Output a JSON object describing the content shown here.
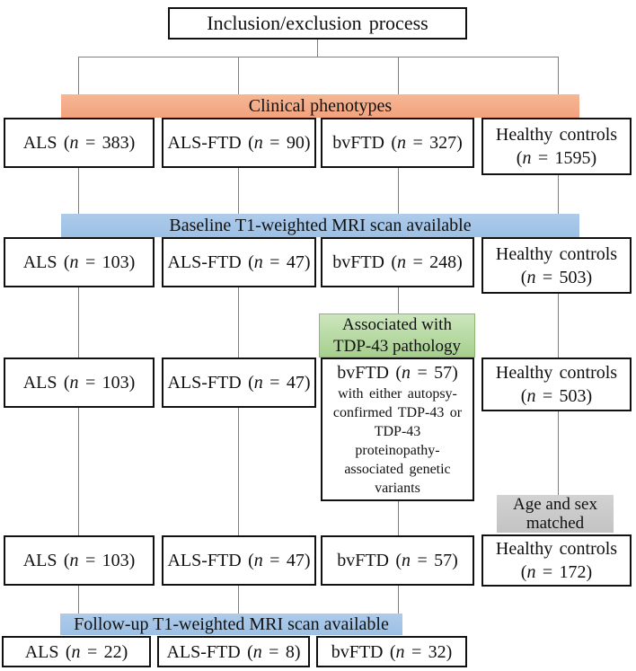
{
  "title": "Inclusion/exclusion process",
  "banners": {
    "clinical": {
      "label": "Clinical phenotypes"
    },
    "baseline": {
      "label": "Baseline T1-weighted MRI scan available"
    },
    "followup": {
      "label": "Follow-up T1-weighted MRI scan available"
    }
  },
  "callouts": {
    "tdp43": {
      "line1": "Associated with",
      "line2": "TDP-43 pathology"
    },
    "age_sex": {
      "line1": "Age and sex",
      "line2": "matched"
    }
  },
  "rows": {
    "r1": {
      "als": {
        "pre": "ALS (",
        "n": "n",
        "post": " = 383)"
      },
      "alsftd": {
        "pre": "ALS-FTD (",
        "n": "n",
        "post": " = 90)"
      },
      "bvftd": {
        "pre": "bvFTD (",
        "n": "n",
        "post": " = 327)"
      },
      "hc": {
        "line1": "Healthy controls",
        "pre": "(",
        "n": "n",
        "post": " = 1595)"
      }
    },
    "r2": {
      "als": {
        "pre": "ALS (",
        "n": "n",
        "post": " = 103)"
      },
      "alsftd": {
        "pre": "ALS-FTD (",
        "n": "n",
        "post": " = 47)"
      },
      "bvftd": {
        "pre": "bvFTD (",
        "n": "n",
        "post": " = 248)"
      },
      "hc": {
        "line1": "Healthy controls",
        "pre": "(",
        "n": "n",
        "post": " = 503)"
      }
    },
    "r3": {
      "als": {
        "pre": "ALS (",
        "n": "n",
        "post": " = 103)"
      },
      "alsftd": {
        "pre": "ALS-FTD (",
        "n": "n",
        "post": " = 47)"
      },
      "bvftd": {
        "pre": "bvFTD (",
        "n": "n",
        "post": " = 57)",
        "sub": [
          "with either autopsy-",
          "confirmed TDP-43 or",
          "TDP-43",
          "proteinopathy-",
          "associated genetic",
          "variants"
        ]
      },
      "hc": {
        "line1": "Healthy controls",
        "pre": "(",
        "n": "n",
        "post": " = 503)"
      }
    },
    "r4": {
      "als": {
        "pre": "ALS (",
        "n": "n",
        "post": " = 103)"
      },
      "alsftd": {
        "pre": "ALS-FTD (",
        "n": "n",
        "post": " = 47)"
      },
      "bvftd": {
        "pre": "bvFTD (",
        "n": "n",
        "post": " = 57)"
      },
      "hc": {
        "line1": "Healthy controls",
        "pre": "(",
        "n": "n",
        "post": " = 172)"
      }
    },
    "r5": {
      "als": {
        "pre": "ALS (",
        "n": "n",
        "post": " = 22)"
      },
      "alsftd": {
        "pre": "ALS-FTD (",
        "n": "n",
        "post": " = 8)"
      },
      "bvftd": {
        "pre": "bvFTD (",
        "n": "n",
        "post": " = 32)"
      }
    }
  },
  "colors": {
    "orange_banner": "#F2A57E",
    "blue_banner": "#9DC3E6",
    "green_callout": "#A9D18E",
    "gray_callout": "#C9C9C9",
    "connector_line": "#7F7F7F",
    "box_border": "#111111"
  }
}
